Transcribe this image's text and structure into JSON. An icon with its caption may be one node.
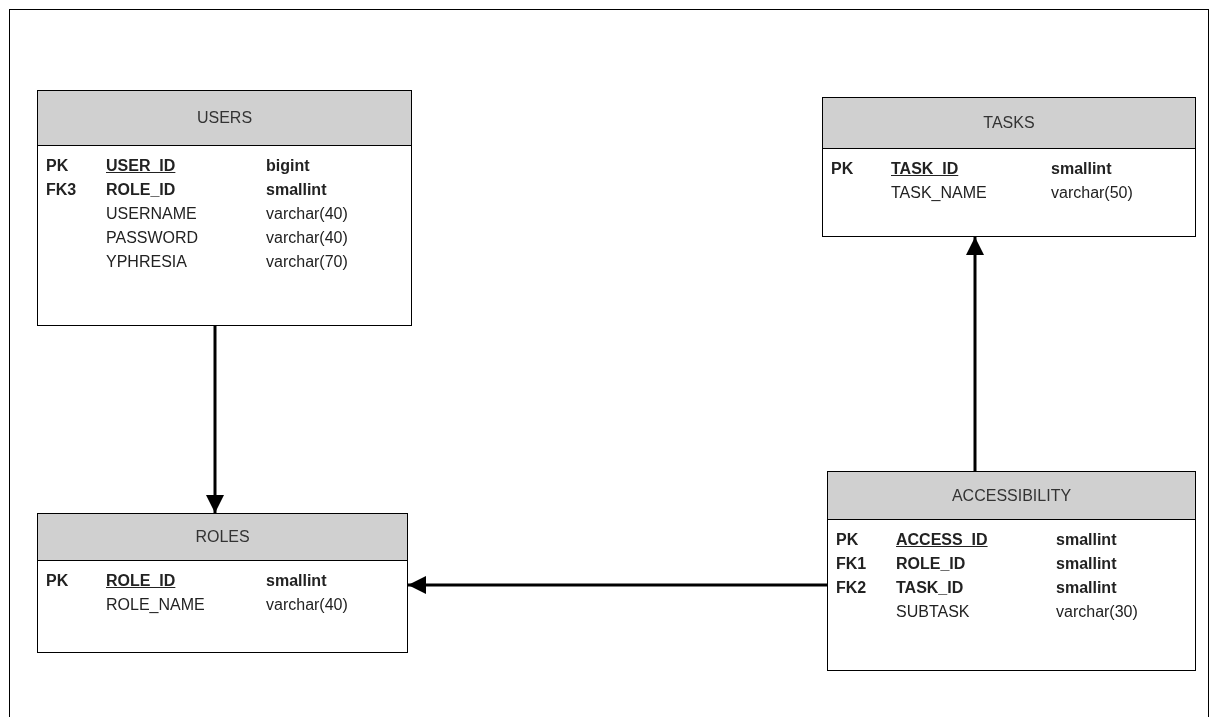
{
  "diagram": {
    "nodes": [
      {
        "text": [
          "USERS",
          "PK",
          "USER_ID",
          "bigint",
          "FK3",
          "ROLE_ID",
          "smallint",
          "USERNAME",
          "varchar(40)",
          "PASSWORD",
          "varchar(40)",
          "YPHRESIA",
          "varchar(70)"
        ]
      },
      {
        "text": [
          "TASKS",
          "PK",
          "TASK_ID",
          "smallint",
          "TASK_NAME",
          "varchar(50)"
        ]
      },
      {
        "text": [
          "ROLES",
          "PK",
          "ROLE_ID",
          "smallint",
          "ROLE_NAME",
          "varchar(40)"
        ]
      },
      {
        "text": [
          "ACCESSIBILITY",
          "PK",
          "ACCESS_ID",
          "smallint",
          "FK1",
          "ROLE_ID",
          "smallint",
          "FK2",
          "TASK_ID",
          "smallint",
          "SUBTASK",
          "varchar(30)"
        ]
      }
    ],
    "edges": [
      {
        "from": 0,
        "to": 2,
        "arrow": "to"
      },
      {
        "from": 3,
        "to": 2,
        "arrow": "to"
      },
      {
        "from": 3,
        "to": 1,
        "arrow": "to"
      }
    ]
  }
}
